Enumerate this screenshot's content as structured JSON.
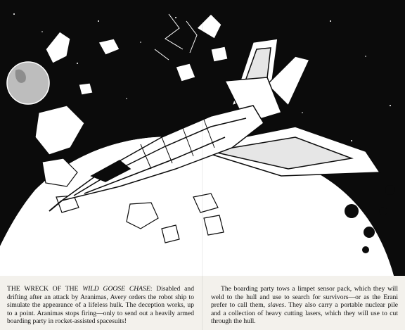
{
  "illustration": {
    "subject": "boarding-party-spaceship-scene",
    "colors": {
      "ink": "#0b0b0b",
      "paper": "#ffffff",
      "planet_shade": "#bdbdbd"
    }
  },
  "caption_left": {
    "lead": "THE WRECK OF THE ",
    "ship_name": "WILD GOOSE CHASE",
    "body": ": Disabled and drifting after an attack by Aranimas, Avery orders the robot ship to simulate the appearance of a lifeless hulk. The deception works, up to a point. Aranimas stops firing—only to send out a heavily armed boarding party in rocket-assisted spacesuits!"
  },
  "caption_right": {
    "part1": "The boarding party tows a limpet sensor pack, which they will weld to the hull and use to search for survivors—or as the Erani prefer to call them, ",
    "slaves": "slaves",
    "part2": ". They also carry a portable nuclear pile and a collection of heavy cutting lasers, which they will use to cut through the hull."
  }
}
